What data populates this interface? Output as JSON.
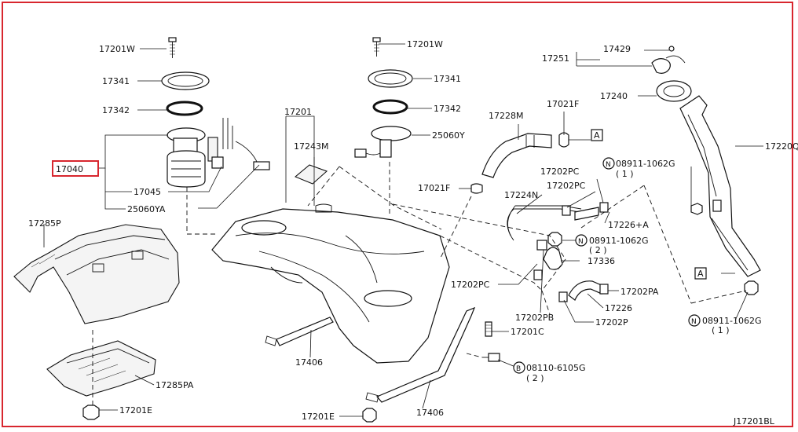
{
  "labels": {
    "p17201W_left": "17201W",
    "p17341_left": "17341",
    "p17342_left": "17342",
    "p17040": "17040",
    "p17045": "17045",
    "p25060YA": "25060YA",
    "p17285P": "17285P",
    "p17285PA": "17285PA",
    "p17201E_left": "17201E",
    "p17201_top": "17201",
    "p17243M": "17243M",
    "p17201W_mid": "17201W",
    "p17341_mid": "17341",
    "p17342_mid": "17342",
    "p25060Y": "25060Y",
    "p17406_left": "17406",
    "p17406_bottom": "17406",
    "p17201E_bottom": "17201E",
    "p17228M": "17228M",
    "p17021F_top": "17021F",
    "p17021F_mid": "17021F",
    "p17251": "17251",
    "p17429": "17429",
    "p17240": "17240",
    "p17220Q": "17220Q",
    "p08911_top": "08911-1062G",
    "p08911_top_qty": "( 1 )",
    "p17202PC_a": "17202PC",
    "p17202PC_b": "17202PC",
    "p17224N": "17224N",
    "p17226A": "17226+A",
    "p08911_mid": "08911-1062G",
    "p08911_mid_qty": "( 2 )",
    "p17336": "17336",
    "p17202PC_c": "17202PC",
    "p17202PA": "17202PA",
    "p17226": "17226",
    "p17202PB": "17202PB",
    "p17202P": "17202P",
    "p17201C": "17201C",
    "p08110": "08110-6105G",
    "p08110_qty": "( 2 )",
    "p08911_bot": "08911-1062G",
    "p08911_bot_qty": "( 1 )",
    "ref_A_top": "A",
    "ref_A_mid": "A",
    "circle_N_top": "N",
    "circle_N_mid": "N",
    "circle_N_bot": "N",
    "circle_B": "B",
    "diagram_id": "J17201BL"
  },
  "highlight": {
    "part": "17040",
    "color": "#d8262e"
  },
  "frame_color": "#d8262e"
}
